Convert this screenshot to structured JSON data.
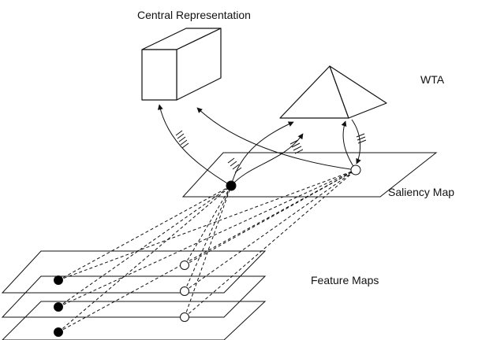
{
  "labels": {
    "central_representation": "Central Representation",
    "wta": "WTA",
    "saliency_map": "Saliency Map",
    "feature_maps": "Feature Maps"
  },
  "colors": {
    "line": "#111111",
    "background": "#ffffff",
    "active_node": "#000000",
    "inactive_node": "#ffffff"
  }
}
